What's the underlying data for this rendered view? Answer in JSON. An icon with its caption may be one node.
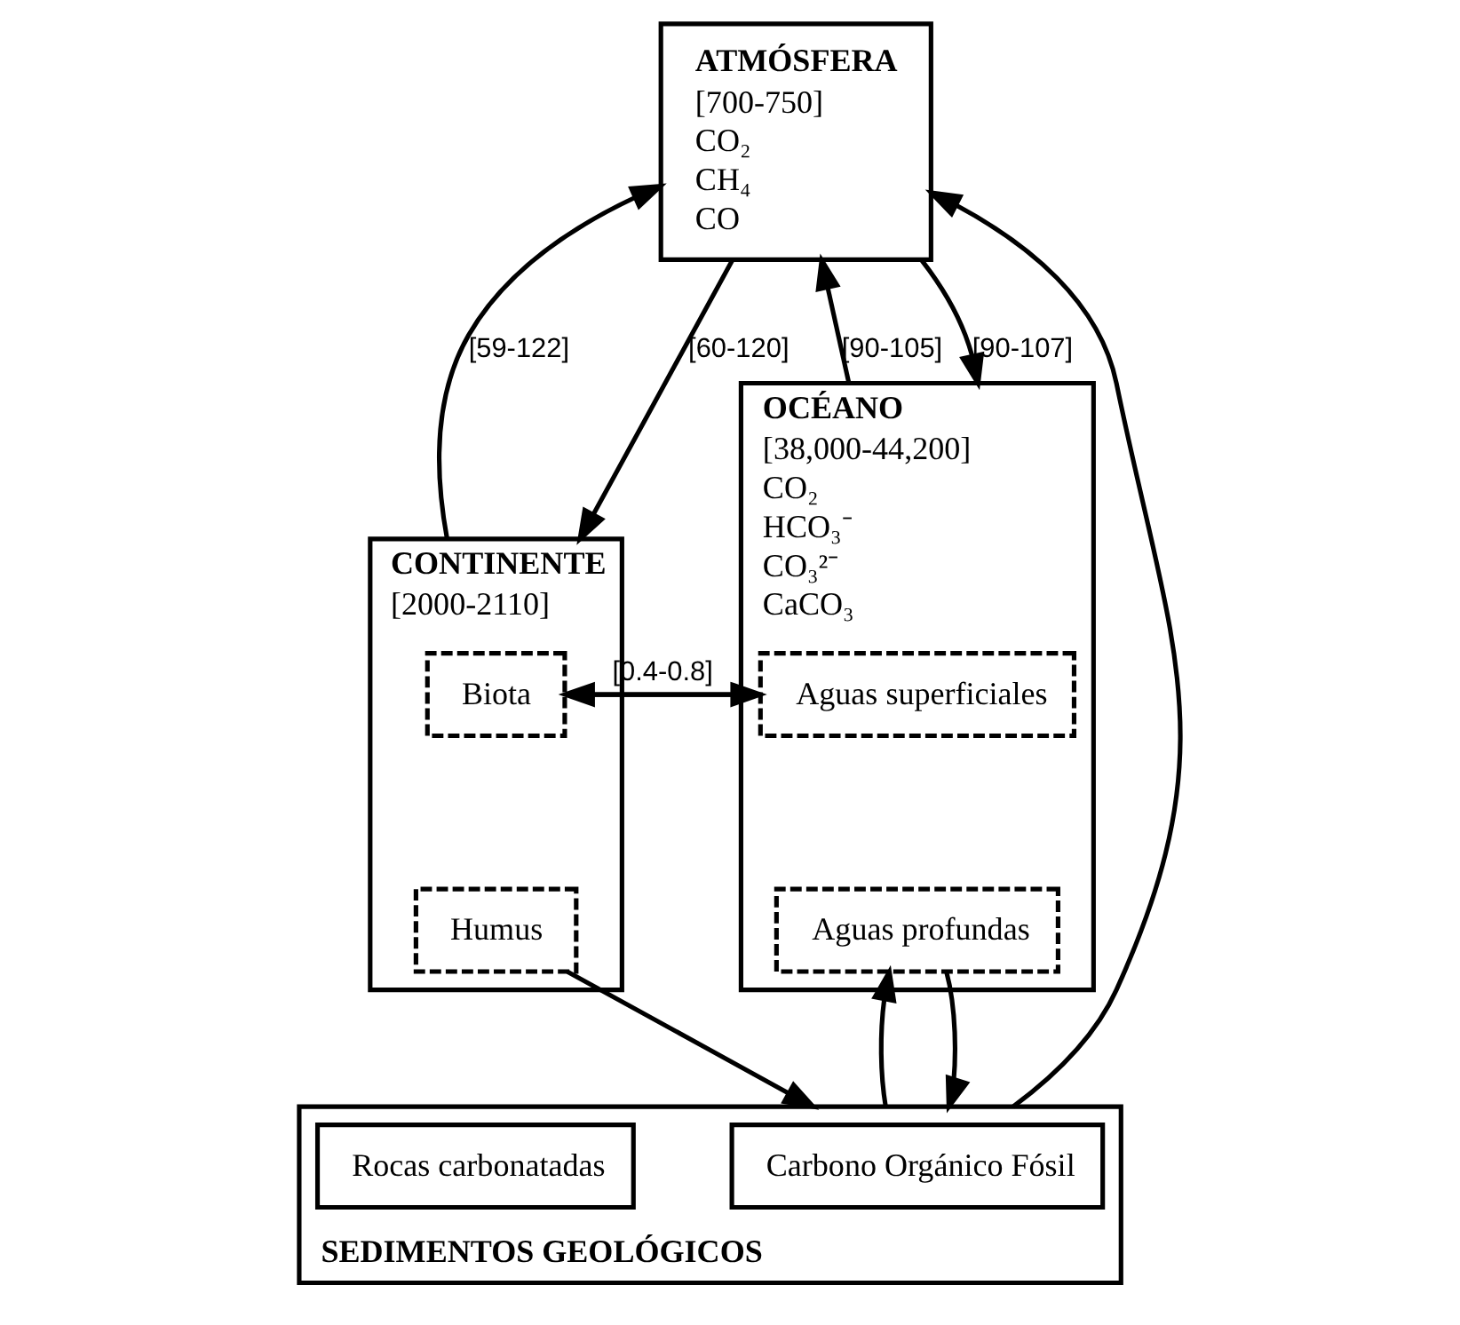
{
  "diagram": {
    "nodes": [
      {
        "text": [
          "ATMÓSFERA",
          "[700-750]",
          "CO₂",
          "CH₄",
          "CO"
        ]
      },
      {
        "text": [
          "CONTINENTE",
          "[2000-2110]"
        ]
      },
      {
        "text": [
          "Biota"
        ],
        "in": 1
      },
      {
        "text": [
          "Humus"
        ],
        "in": 1
      },
      {
        "text": [
          "OCÉANO",
          "[38,000-44,200]",
          "CO₂",
          "HCO₃⁻",
          "CO₃²⁻",
          "CaCO₃"
        ]
      },
      {
        "text": [
          "Aguas superficiales"
        ],
        "in": 4
      },
      {
        "text": [
          "Aguas profundas"
        ],
        "in": 4
      },
      {
        "text": [
          "SEDIMENTOS GEOLÓGICOS"
        ]
      },
      {
        "text": [
          "Carbono Orgánico Fósil"
        ],
        "in": 7
      },
      {
        "text": [
          "Rocas carbonatadas"
        ],
        "in": 7
      }
    ],
    "edges": [
      {
        "from": 1,
        "to": 0,
        "label": "[59-122]",
        "arrow": "to"
      },
      {
        "from": 0,
        "to": 1,
        "label": "[60-120]",
        "arrow": "to"
      },
      {
        "from": 4,
        "to": 0,
        "label": "[90-105]",
        "arrow": "to"
      },
      {
        "from": 0,
        "to": 4,
        "label": "[90-107]",
        "arrow": "to"
      },
      {
        "from": 2,
        "to": 5,
        "label": "[0.4-0.8]",
        "arrow": "to"
      },
      {
        "from": 5,
        "to": 2,
        "arrow": "to"
      },
      {
        "from": 3,
        "to": 7,
        "arrow": "to"
      },
      {
        "from": 7,
        "to": 6,
        "arrow": "to"
      },
      {
        "from": 6,
        "to": 7,
        "arrow": "to"
      },
      {
        "from": 7,
        "to": 0,
        "arrow": "to"
      }
    ]
  }
}
